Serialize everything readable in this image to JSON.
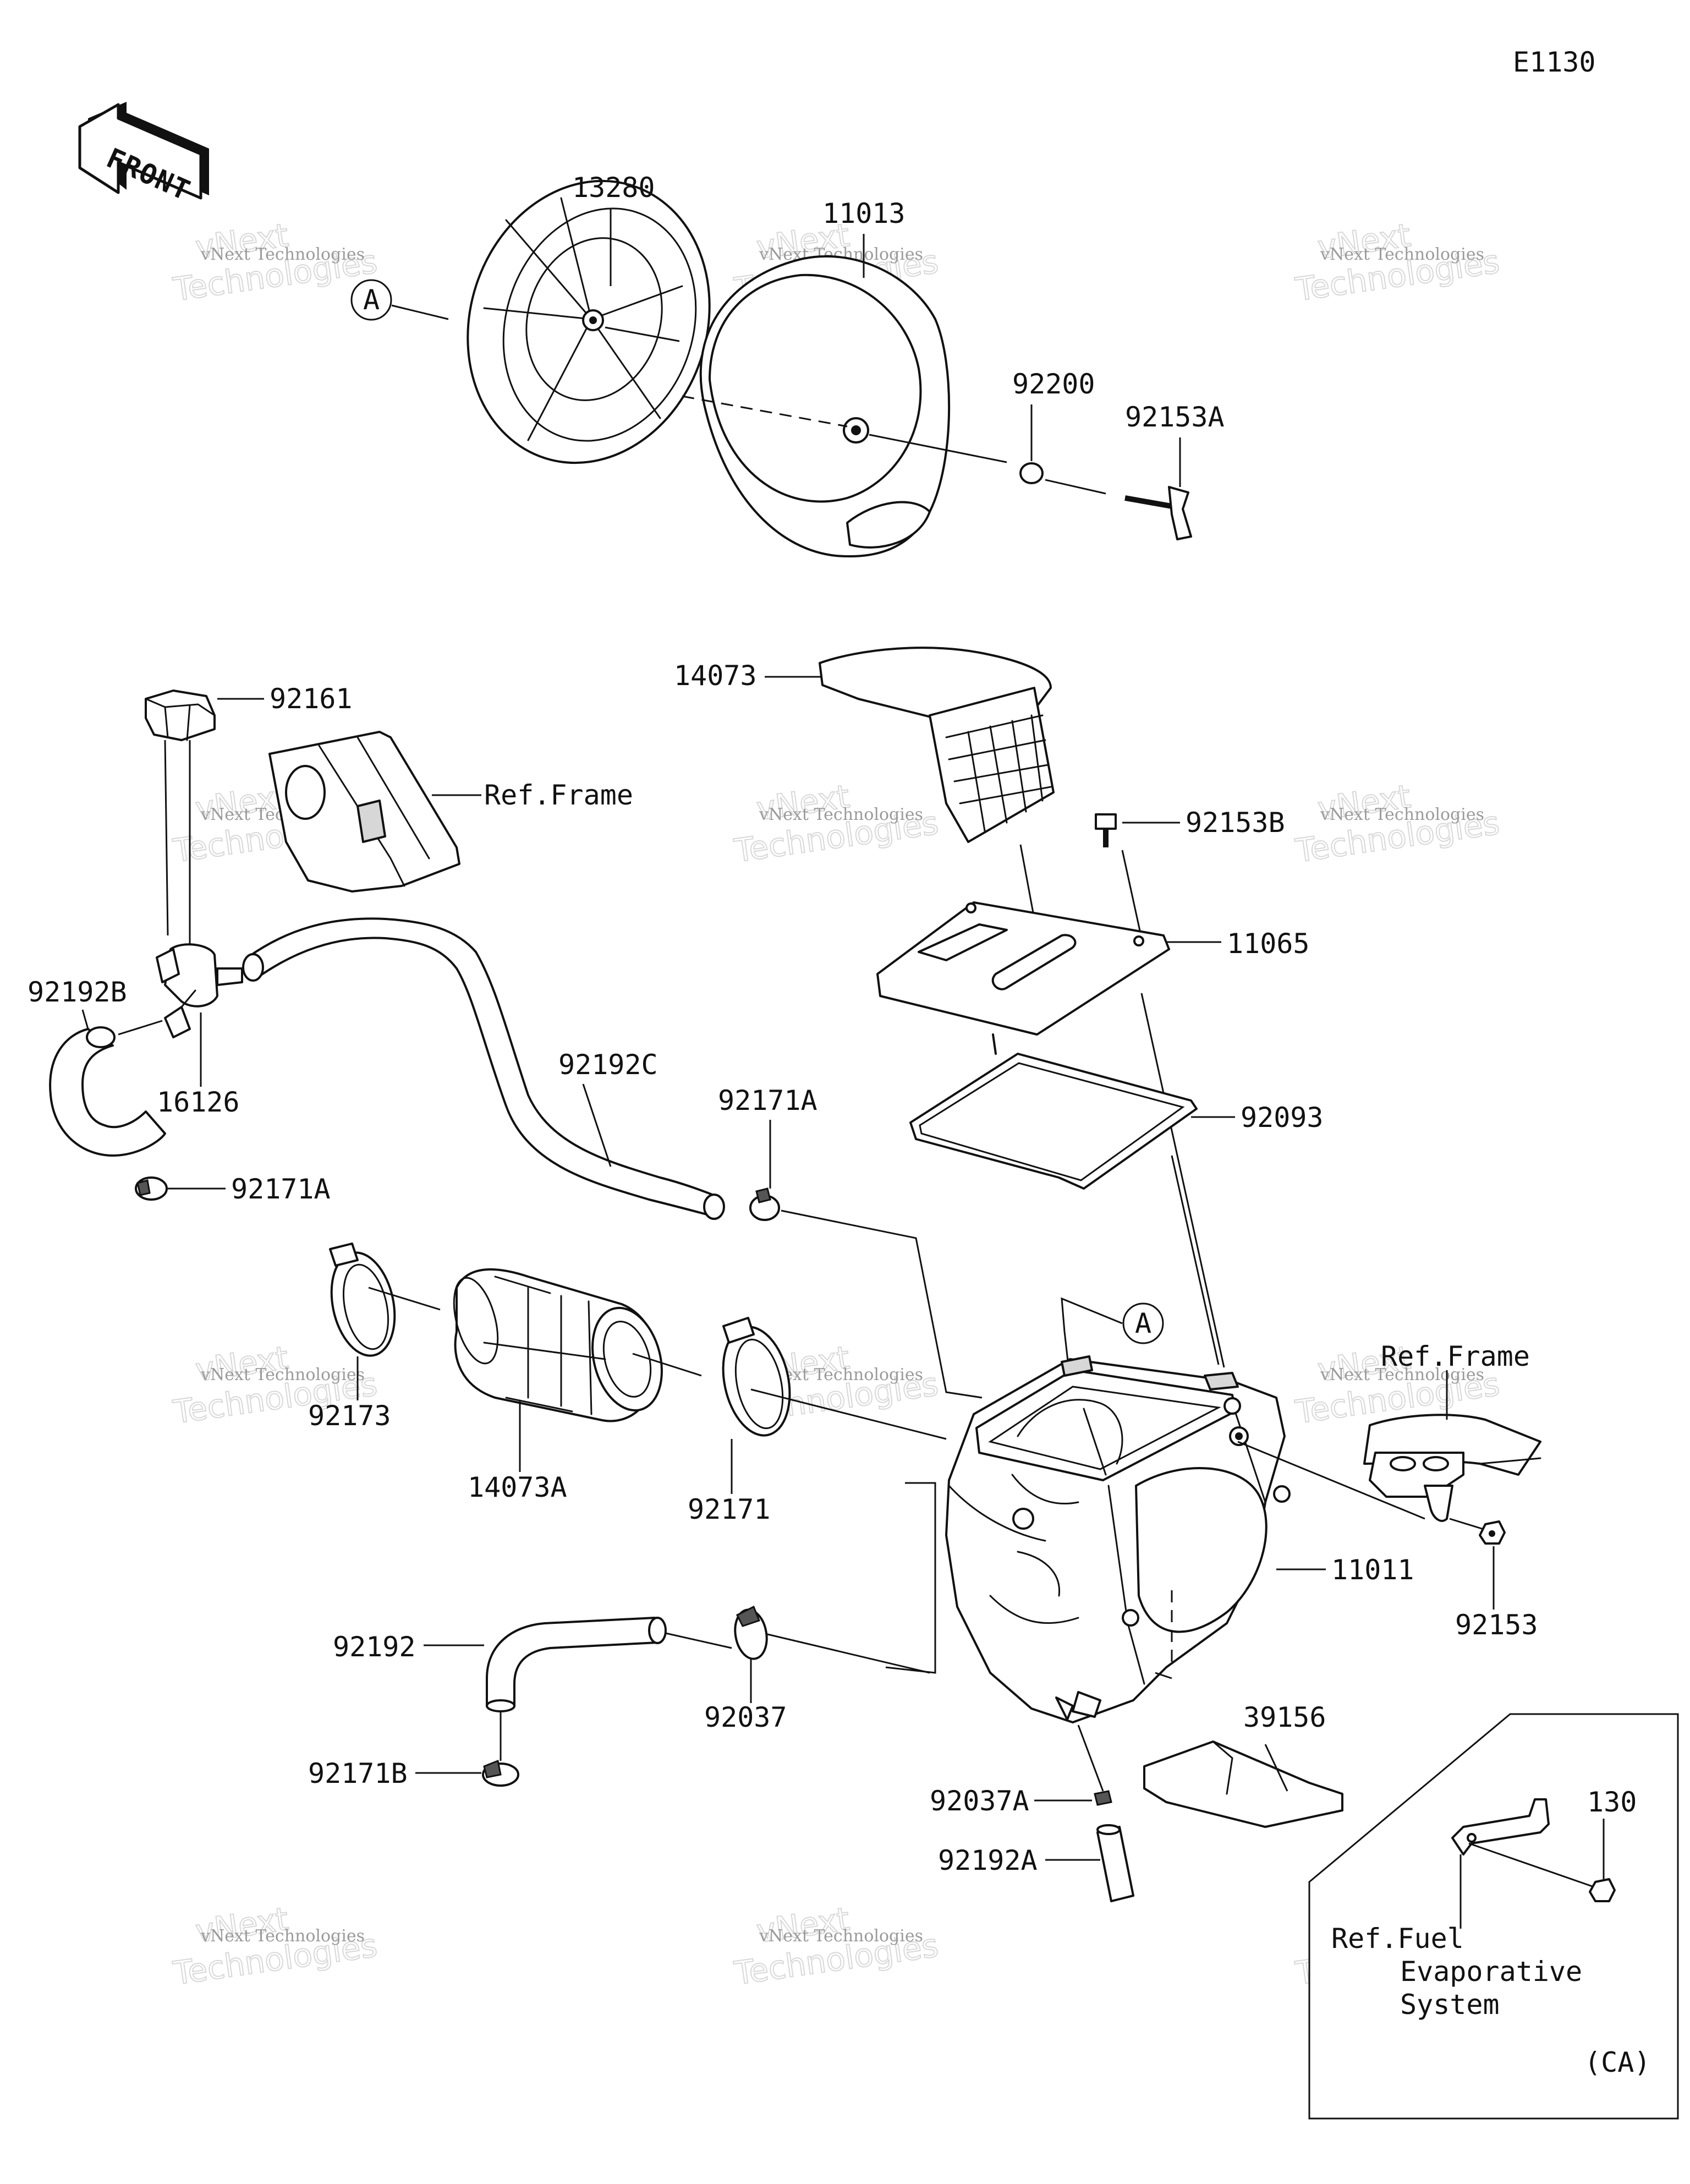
{
  "diagram_code": "E1130",
  "front_label": "FRONT",
  "callout_a": "A",
  "watermark": {
    "line1": "vNext Technologies",
    "line2": "vNext",
    "line3": "Technologies"
  },
  "parts": {
    "p13280": "13280",
    "p11013": "11013",
    "p92200": "92200",
    "p92153A": "92153A",
    "p14073": "14073",
    "p92161": "92161",
    "ref_frame_1": "Ref.Frame",
    "p92153B": "92153B",
    "p11065": "11065",
    "p92192B": "92192B",
    "p92192C": "92192C",
    "p16126": "16126",
    "p92171A_left": "92171A",
    "p92171A_mid": "92171A",
    "p92093": "92093",
    "p92173": "92173",
    "p14073A": "14073A",
    "p92171": "92171",
    "ref_frame_2": "Ref.Frame",
    "p11011": "11011",
    "p92153": "92153",
    "p39156": "39156",
    "p92192": "92192",
    "p92037": "92037",
    "p92171B": "92171B",
    "p92037A": "92037A",
    "p92192A": "92192A",
    "p130": "130"
  },
  "inset": {
    "ref_line1": "Ref.Fuel",
    "ref_line2": "Evaporative",
    "ref_line3": "System",
    "region": "(CA)"
  }
}
